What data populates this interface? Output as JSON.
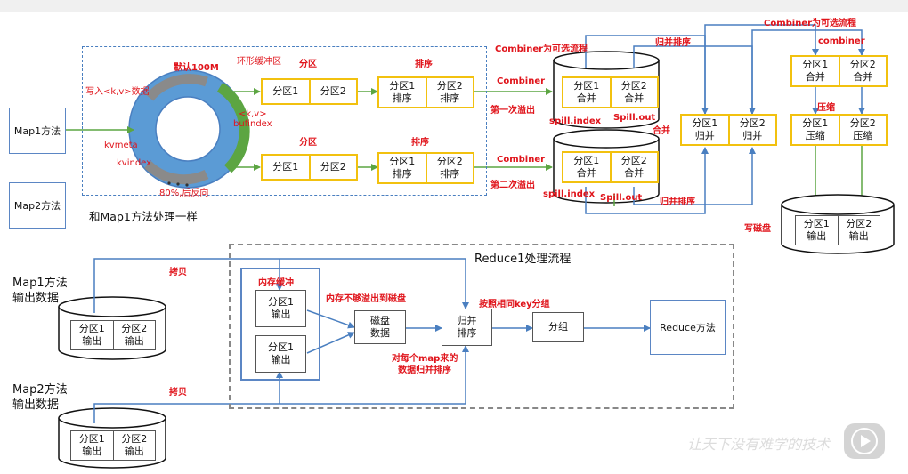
{
  "labels": {
    "map1": "Map1方法",
    "map2": "Map2方法",
    "same_as_map1": "和Map1方法处理一样",
    "default_100m": "默认100M",
    "ring_buffer": "环形缓冲区",
    "write_kv": "写入<k,v>数据",
    "kv_bufindex": "<k,v>\nbufindex",
    "kvmeta": "kvmeta",
    "kvindex": "kvindex",
    "percent80": "80%,后反向",
    "partition_top": "分区",
    "sort_top": "排序",
    "partition_bottom": "分区",
    "sort_bottom": "排序",
    "combiner_optional1": "Combiner为可选流程",
    "combiner1": "Combiner",
    "first_spill": "第一次溢出",
    "spill_index1": "spill.index",
    "spill_out1": "Spill.out",
    "combiner2": "Combiner",
    "second_spill": "第二次溢出",
    "spill_index2": "spill.index",
    "spill_out2": "Spill.out",
    "merge_sort1": "归并排序",
    "merge_label": "合并",
    "merge_sort2": "归并排序",
    "combiner_optional2": "Combiner为可选流程",
    "combiner3": "combiner",
    "compress": "压缩",
    "write_disk": "写磁盘",
    "map1_output": "Map1方法\n输出数据",
    "map2_output": "Map2方法\n输出数据",
    "copy1": "拷贝",
    "copy2": "拷贝",
    "reduce_flow": "Reduce1处理流程",
    "mem_buffer": "内存缓冲",
    "mem_not_enough": "内存不够溢出到磁盘",
    "group_by_key": "按照相同key分组",
    "per_map_merge": "对每个map来的\n数据归并排序",
    "reduce_method": "Reduce方法",
    "disk_data": "磁盘\n数据",
    "merge_sort_box": "归并\n排序",
    "group_box": "分组"
  },
  "cells": {
    "p1": "分区1",
    "p2": "分区2",
    "p1_sort": "分区1\n排序",
    "p2_sort": "分区2\n排序",
    "p1_merge": "分区1\n合并",
    "p2_merge": "分区2\n合并",
    "p1_mergesort": "分区1\n归并",
    "p2_mergesort": "分区2\n归并",
    "p1_compress": "分区1\n压缩",
    "p2_compress": "分区2\n压缩",
    "p1_out": "分区1\n输出",
    "p2_out": "分区2\n输出"
  },
  "watermark": "让天下没有难学的技术",
  "colors": {
    "red": "#e0141b",
    "blue": "#4a7fc0",
    "yellow": "#f2c10f",
    "green": "#5ca542"
  }
}
